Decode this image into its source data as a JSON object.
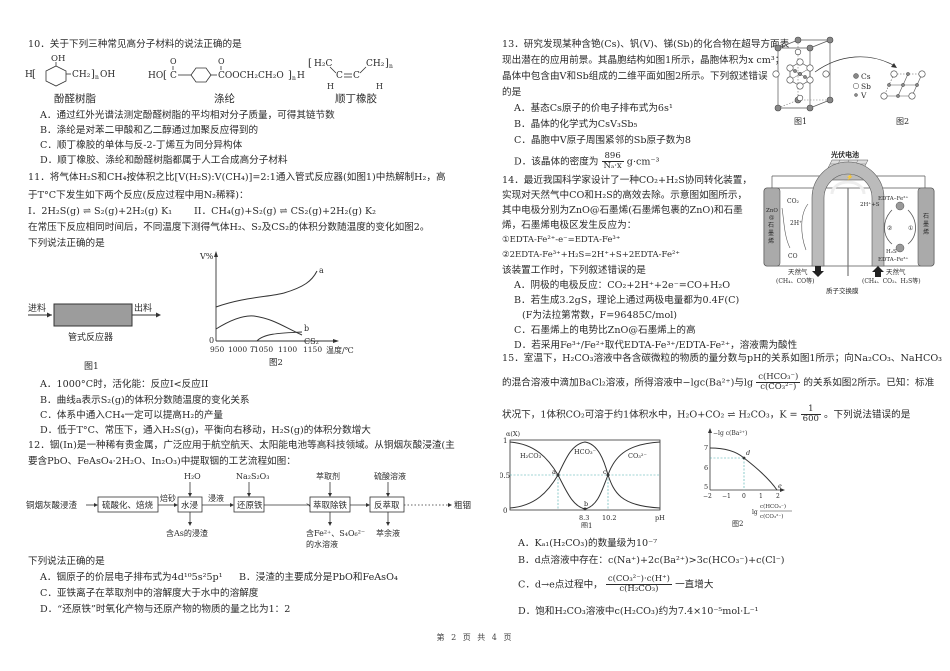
{
  "footer": "第 2 页 共 4 页",
  "q10": {
    "stem": "10．关于下列三种常见高分子材料的说法正确的是",
    "structures": [
      {
        "name": "酚醛树脂",
        "formula": "H[–C6H3(OH)–CH2–]nOH"
      },
      {
        "name": "涤纶",
        "formula": "HO[–CO–C6H4–COOCH2CH2O–]nH"
      },
      {
        "name": "顺丁橡胶",
        "formula": "[–H2C–CH=CH–CH2–]n"
      }
    ],
    "options": [
      "A．通过红外光谱法测定酚醛树脂的平均相对分子质量，可得其链节数",
      "B．涤纶是对苯二甲酸和乙二醇通过加聚反应得到的",
      "C．顺丁橡胶的单体与反-2-丁烯互为同分异构体",
      "D．顺丁橡胶、涤纶和酚醛树脂都属于人工合成高分子材料"
    ]
  },
  "q11": {
    "stem1": "11．将气体H₂S和CH₄按体积之比[V(H₂S):V(CH₄)]=2:1通入管式反应器(如图1)中热解制H₂，高",
    "stem2": "于T°C下发生如下两个反应(反应过程中用N₂稀释)：",
    "reaction1": "I．2H₂S(g) ⇌ S₂(g)+2H₂(g)  K₁",
    "reaction2": "II．CH₄(g)+S₂(g) ⇌ CS₂(g)+2H₂(g)  K₂",
    "stem3": "在常压下反应相同时间后，不同温度下测得气体H₂、S₂及CS₂的体积分数随温度的变化如图2。",
    "stem4": "下列说法正确的是",
    "fig1": {
      "inlet": "进料",
      "outlet": "出料",
      "reactor": "管式反应器",
      "caption": "图1"
    },
    "options": [
      "A．1000°C时，活化能：反应I<反应II",
      "B．曲线a表示S₂(g)的体积分数随温度的变化关系",
      "C．体系中通入CH₄一定可以提高H₂的产量",
      "D．低于T°C、常压下，通入H₂S(g)，平衡向右移动，H₂S(g)的体积分数增大"
    ]
  },
  "q12": {
    "stem1": "12．铟(In)是一种稀有贵金属，广泛应用于航空航天、太阳能电池等高科技领域。从铜烟灰酸浸渣(主",
    "stem2": "要含PbO、FeAsO₄·2H₂O、In₂O₃)中提取铟的工艺流程如图：",
    "flow": {
      "start": "铜烟灰酸浸渣",
      "steps": [
        "硫酸化、焙烧",
        "水浸",
        "还原铁",
        "萃取除铁",
        "反萃取"
      ],
      "arrow_labels": [
        "焙砂",
        "浸液"
      ],
      "inputs": [
        "H₂O",
        "Na₂S₂O₃",
        "萃取剂",
        "硫酸溶液"
      ],
      "outputs": [
        "含As的浸渣",
        "含Fe²⁺、S₄O₆²⁻",
        "的水溶液",
        "萃余液"
      ],
      "end": "粗铟",
      "dots": "······"
    },
    "stem3": "下列说法正确的是",
    "options": [
      "A．铟原子的价层电子排布式为4d¹⁰5s²5p¹",
      "B．浸渣的主要成分是PbO和FeAsO₄",
      "C．亚铁离子在萃取剂中的溶解度大于水中的溶解度",
      "D．“还原铁”时氧化产物与还原产物的物质的量之比为1：2"
    ]
  },
  "q13": {
    "stem": [
      "13．研究发现某种含铯(Cs)、钒(V)、锑(Sb)的化合物在超导方面表",
      "现出潜在的应用前景。其晶胞结构如图1所示，晶胞体积为x cm³；",
      "晶体中包含由V和Sb组成的二维平面如图2所示。下列叙述错误",
      "的是"
    ],
    "legend": [
      "Cs",
      "Sb",
      "V"
    ],
    "captions": [
      "图1",
      "图2"
    ],
    "options": [
      "A．基态Cs原子的价电子排布式为6s¹",
      "B．晶体的化学式为CsV₃Sb₅",
      "C．晶胞中V原子周围紧邻的Sb原子数为8",
      "D．该晶体的密度为"
    ],
    "density": {
      "num": "896",
      "den": "Nₐ·x",
      "unit": "g·cm⁻³"
    }
  },
  "q14": {
    "stem": [
      "14．最近我国科学家设计了一种CO₂+H₂S协同转化装置，",
      "实现对天然气中CO和H₂S的高效去除。示意图如图所示，",
      "其中电极分别为ZnO@石墨烯(石墨烯包裹的ZnO)和石墨",
      "烯，石墨烯电极区发生反应为：",
      "①EDTA-Fe²⁺-e⁻=EDTA-Fe³⁺",
      "②2EDTA-Fe³⁺+H₂S=2H⁺+S+2EDTA-Fe²⁺",
      "该装置工作时，下列叙述错误的是"
    ],
    "options": [
      "A．阴极的电极反应：CO₂+2H⁺+2e⁻=CO+H₂O",
      "B．若生成3.2gS，理论上通过两极电量都为0.4F(C)",
      "(F为法拉第常数，F=96485C/mol)",
      "C．石墨烯上的电势比ZnO@石墨烯上的高",
      "D．若采用Fe³⁺/Fe²⁺取代EDTA-Fe³⁺/EDTA-Fe²⁺，溶液需为酸性"
    ],
    "diagram": {
      "solar": "光伏电池",
      "left_electrode": [
        "ZnO",
        "@",
        "石",
        "墨",
        "烯"
      ],
      "right_electrode": [
        "石",
        "墨",
        "烯"
      ],
      "co2": "CO₂",
      "h_plus": "2H⁺",
      "co": "CO",
      "h_s": "2H⁺+S",
      "edta2": "EDTA–Fe²⁺",
      "edta3": "EDTA–Fe³⁺",
      "h2s": "H₂S",
      "c1": "①",
      "c2": "②",
      "gas_out": "天然气",
      "gas_out_sub": "(CH₄、CO等)",
      "gas_in": "天然气",
      "gas_in_sub": "(CH₄、CO₂、H₂S等)",
      "membrane": "质子交换膜"
    }
  },
  "q15": {
    "stem1": "15．室温下，H₂CO₃溶液中各含碳微粒的物质的量分数与pH的关系如图1所示；向Na₂CO₃、NaHCO₃",
    "stem2a": "的混合溶液中滴加BaCl₂溶液，所得溶液中−lgc(Ba²⁺)与lg",
    "stem2frac": {
      "num": "c(HCO₃⁻)",
      "den": "c(CO₃²⁻)"
    },
    "stem2b": "的关系如图2所示。已知：标准",
    "stem3a": "状况下，1体积CO₂可溶于约1体积水中，H₂O+CO₂ ⇌ H₂CO₃，K =",
    "stem3frac": {
      "num": "1",
      "den": "600"
    },
    "stem3b": "。下列说法错误的是",
    "options": [
      "A．Kₐ₁(H₂CO₃)的数量级为10⁻⁷",
      "B．d点溶液中存在：c(Na⁺)+2c(Ba²⁺)>3c(HCO₃⁻)+c(Cl⁻)",
      "C．d→e点过程中，",
      "一直增大",
      "D．饱和H₂CO₃溶液中c(H₂CO₃)约为7.4×10⁻⁵mol·L⁻¹"
    ],
    "optC_frac": {
      "num": "c(CO₃²⁻)·c(H⁺)",
      "den": "c(H₂CO₃)"
    }
  },
  "chart_data": [
    {
      "type": "line",
      "title": "图2 (Q11)",
      "xlabel": "温度/℃",
      "ylabel": "V%",
      "x_ticks": [
        "950",
        "1000",
        "T",
        "1050",
        "1100",
        "1150"
      ],
      "y_ticks": [
        "0"
      ],
      "series": [
        {
          "name": "a",
          "x": [
            950,
            1000,
            1050,
            1100
          ],
          "values": [
            0.55,
            0.62,
            0.72,
            1.0
          ]
        },
        {
          "name": "b",
          "x": [
            950,
            1000,
            1025,
            1050,
            1100,
            1120
          ],
          "values": [
            0.28,
            0.38,
            0.4,
            0.35,
            0.22,
            0.18
          ]
        },
        {
          "name": "CS₂",
          "x": [
            1030,
            1050,
            1100,
            1120
          ],
          "values": [
            0.0,
            0.08,
            0.13,
            0.14
          ]
        }
      ]
    },
    {
      "type": "line",
      "title": "图1 (Q15)",
      "xlabel": "pH",
      "ylabel": "α(X)",
      "x_ticks": [
        "8.3",
        "10.2"
      ],
      "y_ticks": [
        "0",
        "0.5",
        "1"
      ],
      "annotations": [
        "a",
        "b",
        "c"
      ],
      "series": [
        {
          "name": "H₂CO₃",
          "x": [
            4,
            6.4,
            8.3,
            10
          ],
          "values": [
            0.97,
            0.5,
            0.02,
            0
          ]
        },
        {
          "name": "HCO₃⁻",
          "x": [
            4,
            6.4,
            8.3,
            10.2,
            12
          ],
          "values": [
            0.03,
            0.5,
            0.98,
            0.5,
            0.03
          ]
        },
        {
          "name": "CO₃²⁻",
          "x": [
            8.3,
            10.2,
            12
          ],
          "values": [
            0.02,
            0.5,
            0.97
          ]
        }
      ]
    },
    {
      "type": "line",
      "title": "图2 (Q15)",
      "xlabel": "lg c(HCO₃⁻)/c(CO₃²⁻)",
      "ylabel": "−lg c(Ba²⁺)",
      "x_ticks": [
        "−2",
        "−1",
        "0",
        "1",
        "2"
      ],
      "y_ticks": [
        "5",
        "6",
        "7"
      ],
      "annotations": [
        "d",
        "e"
      ],
      "series": [
        {
          "name": "curve",
          "x": [
            -2,
            -1,
            0,
            1,
            2
          ],
          "values": [
            7.0,
            6.95,
            6.5,
            5.9,
            5.0
          ]
        }
      ]
    }
  ]
}
